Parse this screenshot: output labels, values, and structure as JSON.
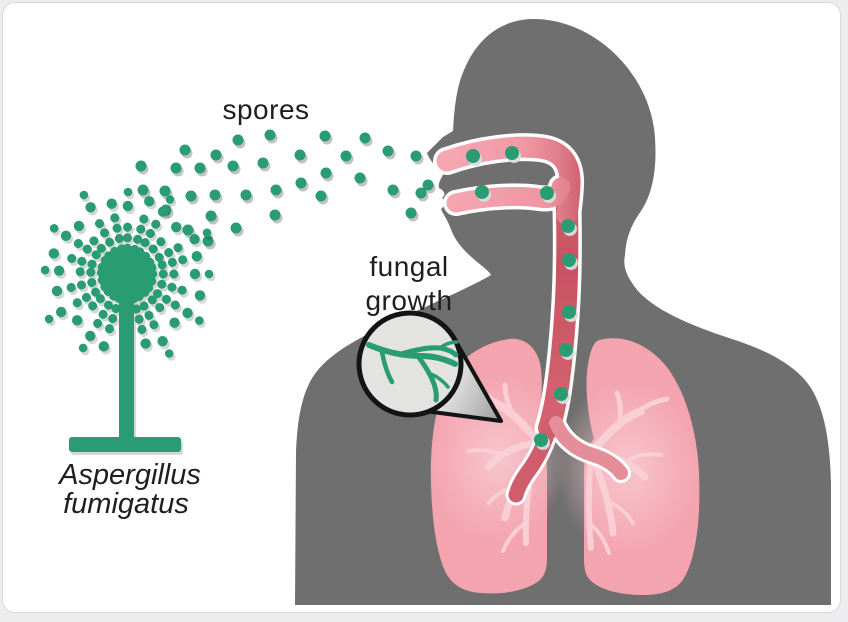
{
  "figure": {
    "labels": {
      "spores": "spores",
      "fungal_growth_line1": "fungal",
      "fungal_growth_line2": "growth",
      "species_line1": "Aspergillus",
      "species_line2": "fumigatus"
    },
    "icons": {
      "fungus": "aspergillus-conidiophore-icon",
      "spores": "spore-dots-icon",
      "magnifier": "magnifier-circle-icon",
      "hyphae": "branching-hyphae-icon",
      "human": "human-profile-silhouette",
      "lungs": "lungs-icon",
      "airway": "respiratory-tract-icon"
    }
  },
  "colors": {
    "green": "#2a9c74",
    "body_gray": "#6f6f6f",
    "lung_pink": "#f3a4af",
    "lung_branch_pink": "#f9ced5",
    "airway_light_pink": "#f5a6b1",
    "trachea_red": "#cc5664",
    "bronchus_pink": "#e48e9a",
    "magnifier_fill": "#e3e3e1",
    "outline_black": "#141414",
    "label_text": "#1e1e1e",
    "card_background": "#ffffff",
    "card_border": "#d9d9d9",
    "page_background": "#ededef"
  }
}
